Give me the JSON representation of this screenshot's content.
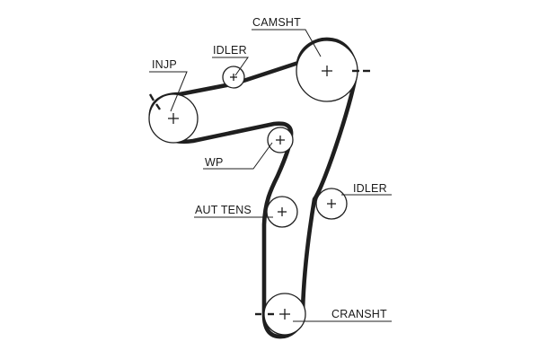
{
  "diagram": {
    "labels": {
      "camshaft": "CAMSHT",
      "idler_top": "IDLER",
      "injection_pump": "INJP",
      "water_pump": "WP",
      "idler_right": "IDLER",
      "auto_tensioner": "AUT TENS",
      "crankshaft": "CRANSHT"
    },
    "colors": {
      "line": "#1f1f1f",
      "background": "#ffffff"
    }
  }
}
